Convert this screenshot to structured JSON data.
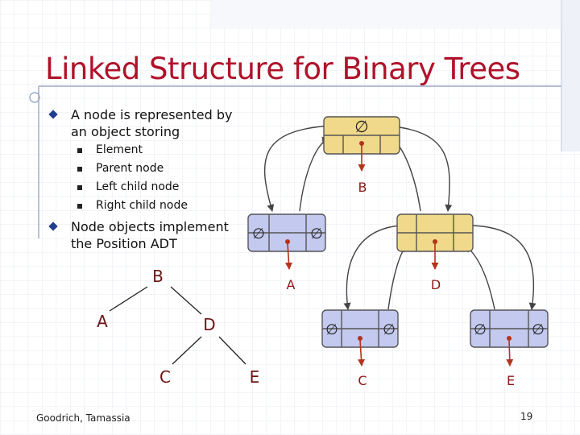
{
  "slide": {
    "title": "Linked Structure for Binary Trees",
    "bullet1_line1": "A node is represented by",
    "bullet1_line2": "an object storing",
    "sub_bullets": [
      "Element",
      "Parent node",
      "Left child node",
      "Right child node"
    ],
    "bullet2_line1": "Node objects implement",
    "bullet2_line2": "the Position ADT",
    "footer": "Goodrich, Tamassia",
    "page_number": "19"
  },
  "tree": {
    "nodes": [
      "B",
      "A",
      "D",
      "C",
      "E"
    ],
    "edges": [
      [
        "B",
        "A"
      ],
      [
        "B",
        "D"
      ],
      [
        "D",
        "C"
      ],
      [
        "D",
        "E"
      ]
    ]
  },
  "linked": {
    "null_symbol": "∅",
    "root_label": "B",
    "left_label": "A",
    "mid_label": "D",
    "leaf_left_label": "C",
    "leaf_right_label": "E"
  },
  "colors": {
    "title": "#b0122a",
    "bullet": "#1f3f8f",
    "yellow_node": "#f0d98a",
    "blue_node": "#c3c9ef",
    "element_label": "#8b1a1a",
    "arrow": "#b3341c"
  }
}
